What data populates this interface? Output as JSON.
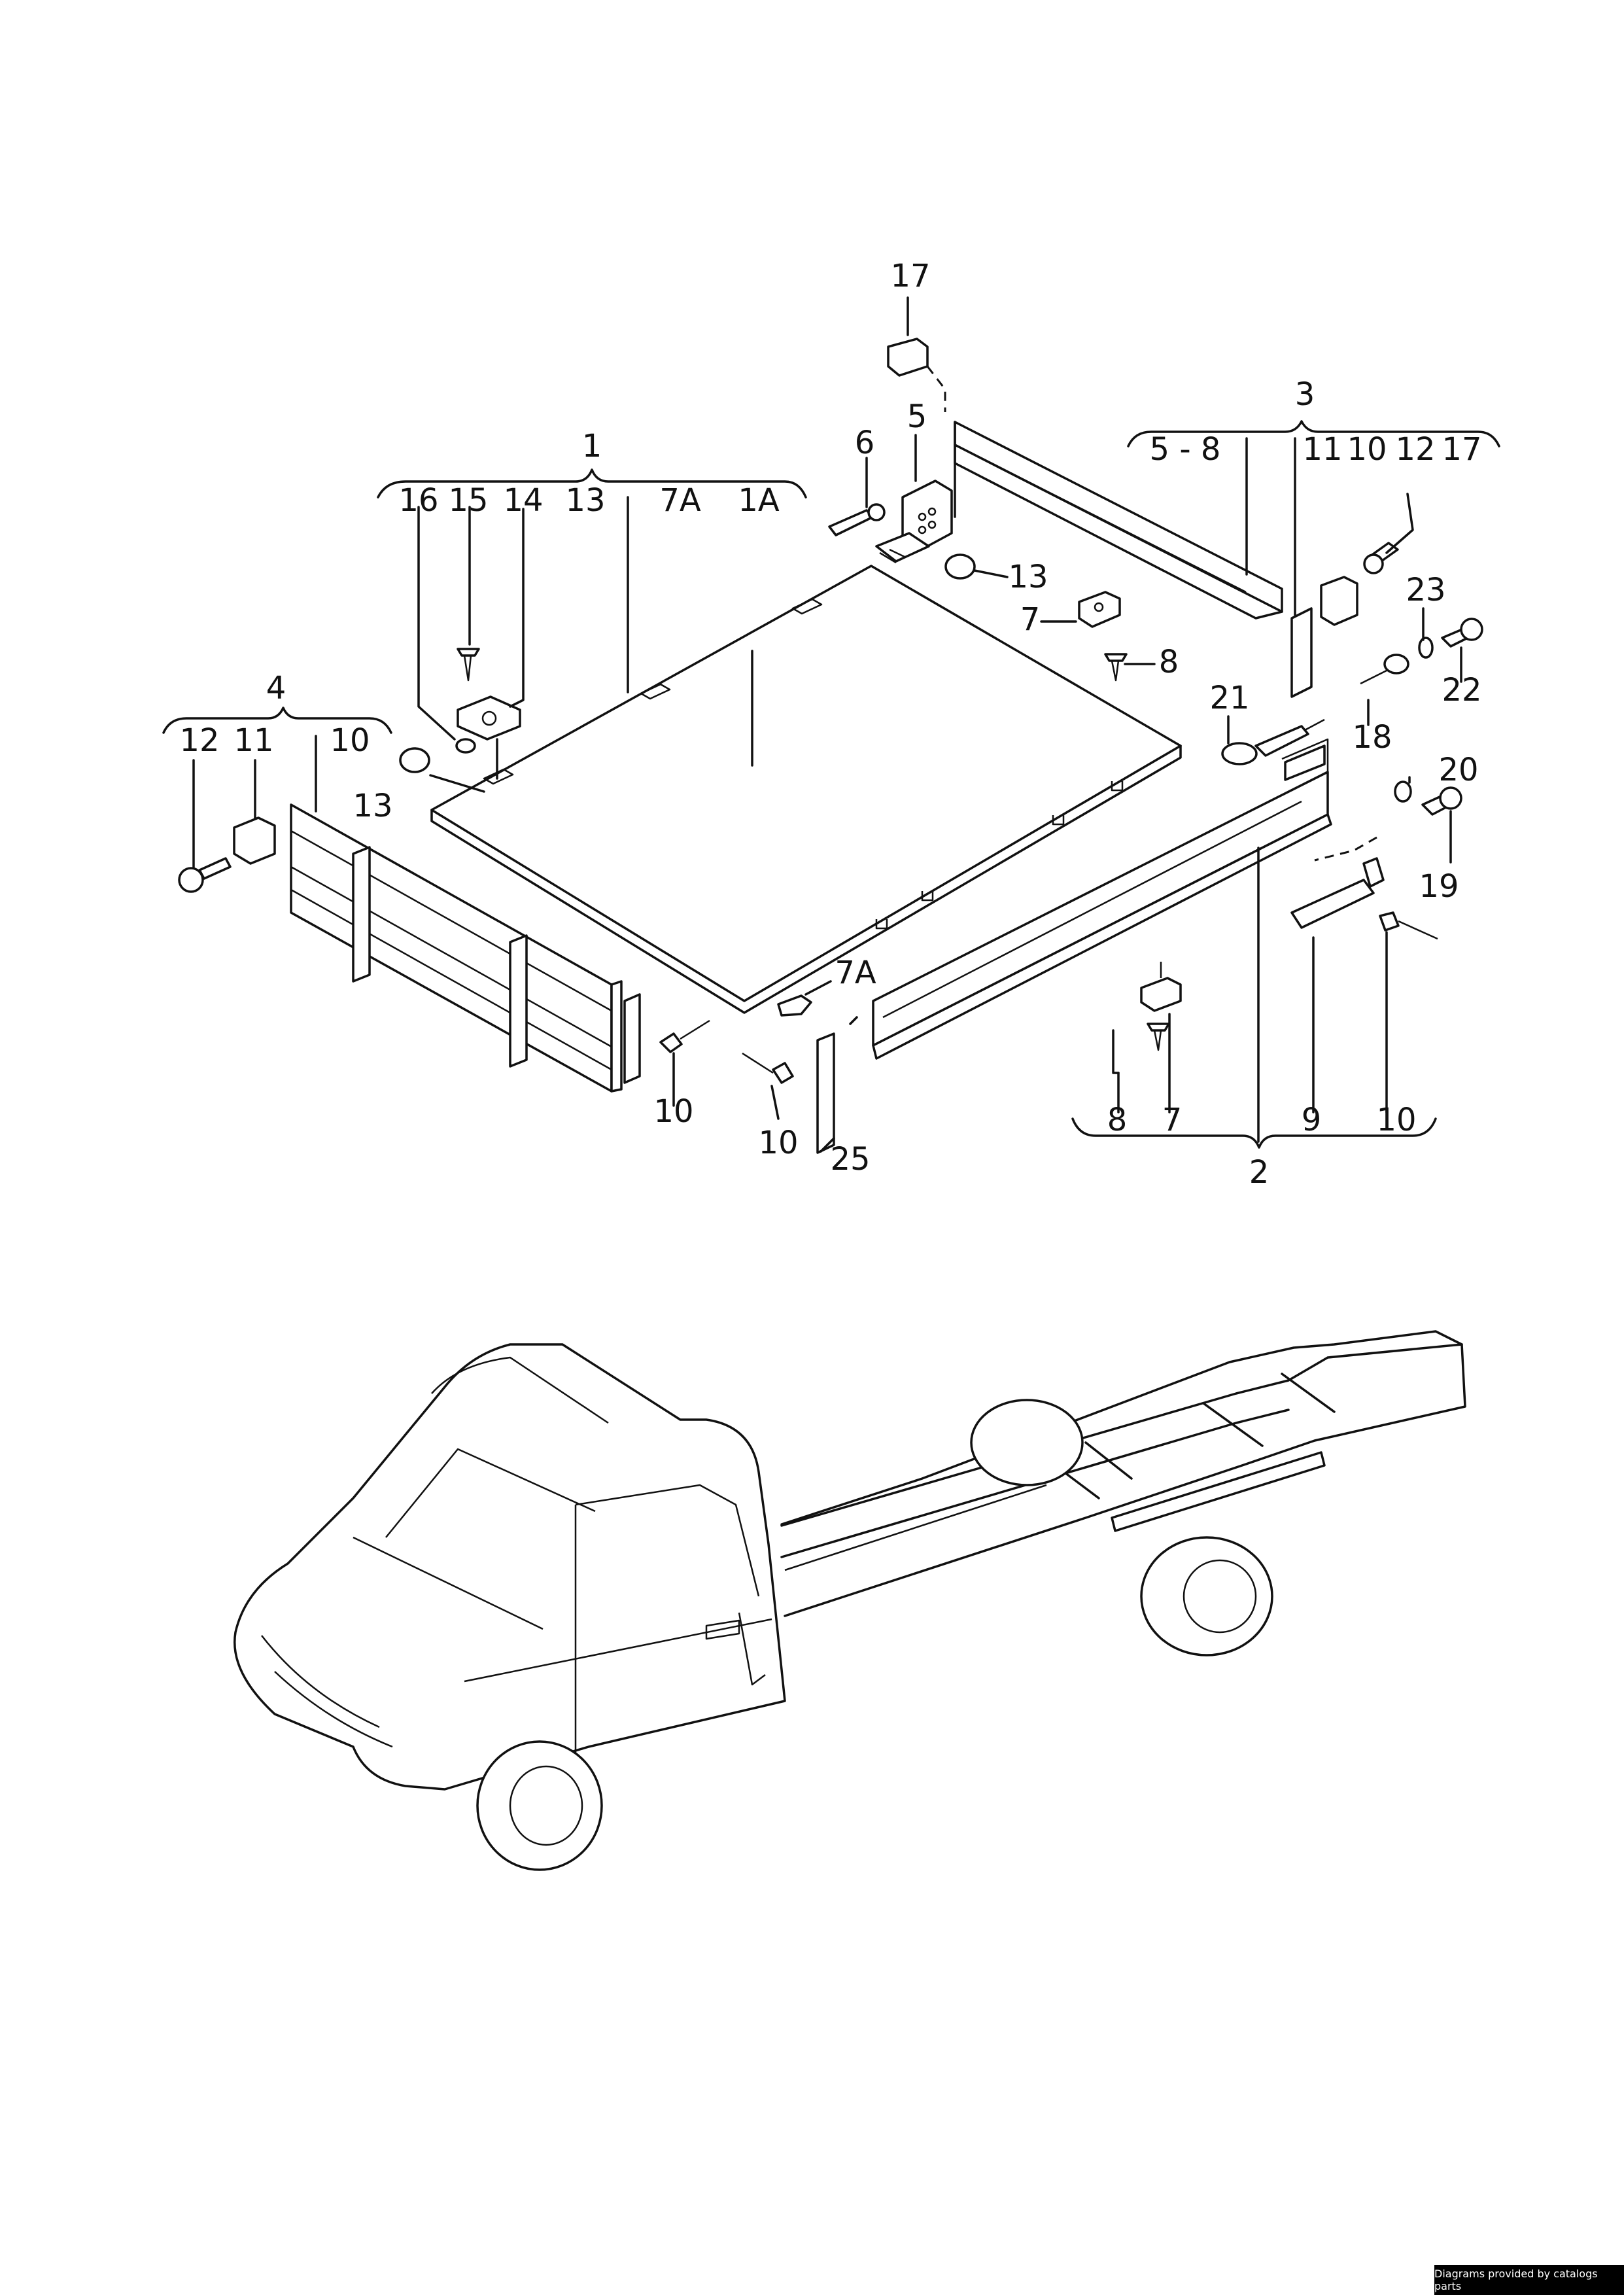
{
  "callouts": {
    "c1": "1",
    "c1a": "1A",
    "c2": "2",
    "c3": "3",
    "c4": "4",
    "c5": "5",
    "c5_8": "5 - 8",
    "c6": "6",
    "c7_top": "7",
    "c7_bottom": "7",
    "c7a_top": "7A",
    "c7a_bottom": "7A",
    "c8_top": "8",
    "c8_bottom": "8",
    "c9": "9",
    "c10_left": "10",
    "c10_mid1": "10",
    "c10_mid2": "10",
    "c10_right": "10",
    "c10_group3": "10",
    "c11_left": "11",
    "c11_right": "11",
    "c12_left": "12",
    "c12_right": "12",
    "c13_left": "13",
    "c13_top": "13",
    "c13_group1": "13",
    "c14": "14",
    "c15": "15",
    "c16": "16",
    "c17_top": "17",
    "c17_group3": "17",
    "c18": "18",
    "c19": "19",
    "c20": "20",
    "c21": "21",
    "c22": "22",
    "c23": "23",
    "c25": "25"
  },
  "credit": "Diagrams provided by catalogs parts"
}
